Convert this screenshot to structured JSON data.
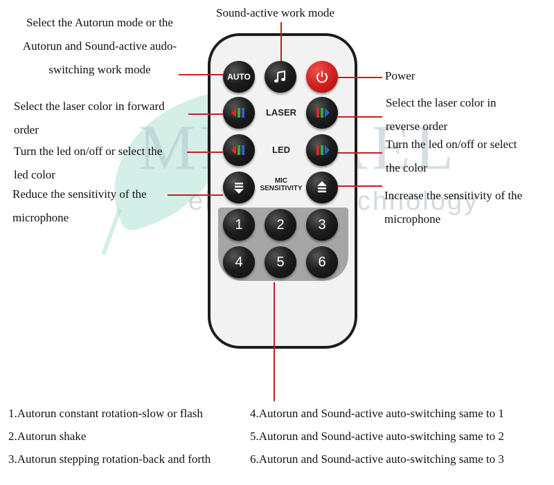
{
  "top_label": "Sound-active work mode",
  "watermark": {
    "big": "MICHAEL",
    "small": "electronic technology"
  },
  "remote": {
    "auto_button": "AUTO",
    "laser_label": "LASER",
    "led_label": "LED",
    "mic_label_line1": "MIC",
    "mic_label_line2": "SENSITIVITY",
    "numbers": [
      "1",
      "2",
      "3",
      "4",
      "5",
      "6"
    ]
  },
  "annotations": {
    "autorun": [
      "Select the Autorun mode or the",
      "Autorun and Sound-active audo-",
      "switching work mode"
    ],
    "power": "Power",
    "laser_forward": [
      "Select the laser color in forward",
      "order"
    ],
    "laser_reverse": [
      "Select the laser color in",
      "reverse order"
    ],
    "led_left": [
      "Turn the led on/off or select the",
      "led color"
    ],
    "led_right": [
      "Turn the led on/off or select",
      "the color"
    ],
    "sens_reduce": [
      "Reduce the sensitivity of the",
      "microphone"
    ],
    "sens_increase": [
      "Increase the sensitivity of the",
      "microphone"
    ]
  },
  "legend": {
    "left": [
      "1.Autorun constant rotation-slow or flash",
      "2.Autorun shake",
      "3.Autorun stepping rotation-back and forth"
    ],
    "right": [
      "4.Autorun and Sound-active auto-switching same to 1",
      "5.Autorun and Sound-active auto-switching same to 2",
      "6.Autorun and Sound-active auto-switching same to 3"
    ]
  },
  "colors": {
    "leader_line": "#c71f1f",
    "power_button": "#d42020",
    "arrow_red": "#e02828",
    "arrow_green": "#2cae3c",
    "arrow_blue": "#2f5fd0"
  }
}
